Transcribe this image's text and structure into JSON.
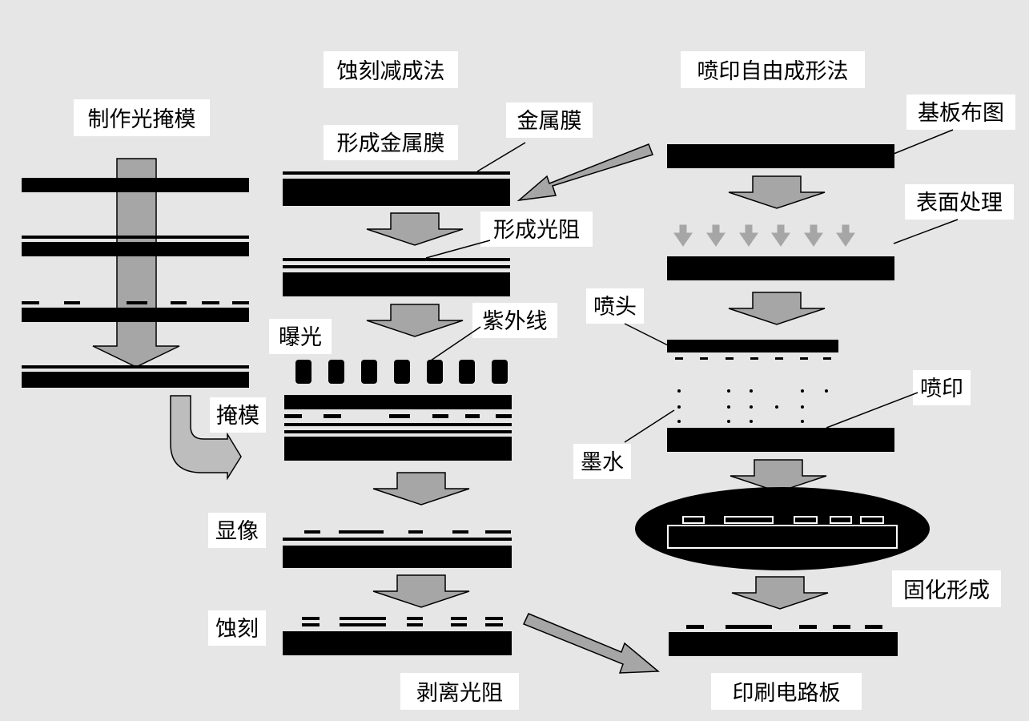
{
  "columns": {
    "mask": "制作光掩模",
    "etching": "蚀刻减成法",
    "inkjet": "喷印自由成形法"
  },
  "etching_steps": {
    "metal_film_formation": "形成金属膜",
    "metal_film": "金属膜",
    "photoresist_formation": "形成光阻",
    "uv": "紫外线",
    "exposure": "曝光",
    "mask": "掩模",
    "develop": "显像",
    "etch": "蚀刻",
    "strip": "剥离光阻"
  },
  "inkjet_steps": {
    "layout": "基板布图",
    "surface_treatment": "表面处理",
    "nozzle": "喷头",
    "printing": "喷印",
    "ink": "墨水",
    "curing": "固化形成",
    "pcb": "印刷电路板"
  },
  "colors": {
    "background": "#e6e6e6",
    "layer": "#000000",
    "arrow_fill": "#a6a6a6",
    "label_box": "#ffffff"
  }
}
